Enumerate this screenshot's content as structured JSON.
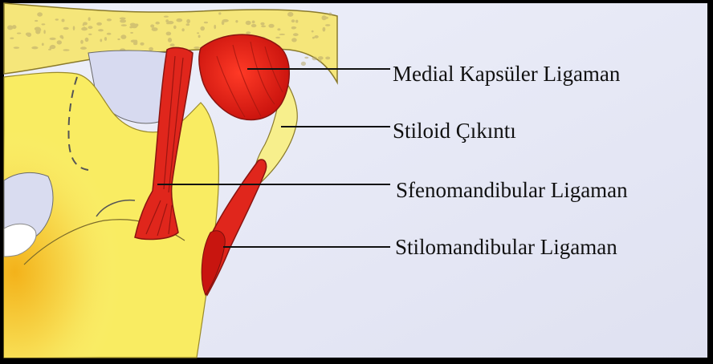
{
  "diagram": {
    "background_color": "#e4e6f4",
    "bone_color": "#f7f08a",
    "ligament_color": "#e0261c",
    "labels": [
      {
        "id": "medial",
        "text": "Medial Kapsüler Ligaman"
      },
      {
        "id": "styloid",
        "text": "Stiloid Çıkıntı"
      },
      {
        "id": "spheno",
        "text": "Sfenomandibular Ligaman"
      },
      {
        "id": "stylo",
        "text": "Stilomandibular Ligaman"
      }
    ]
  }
}
